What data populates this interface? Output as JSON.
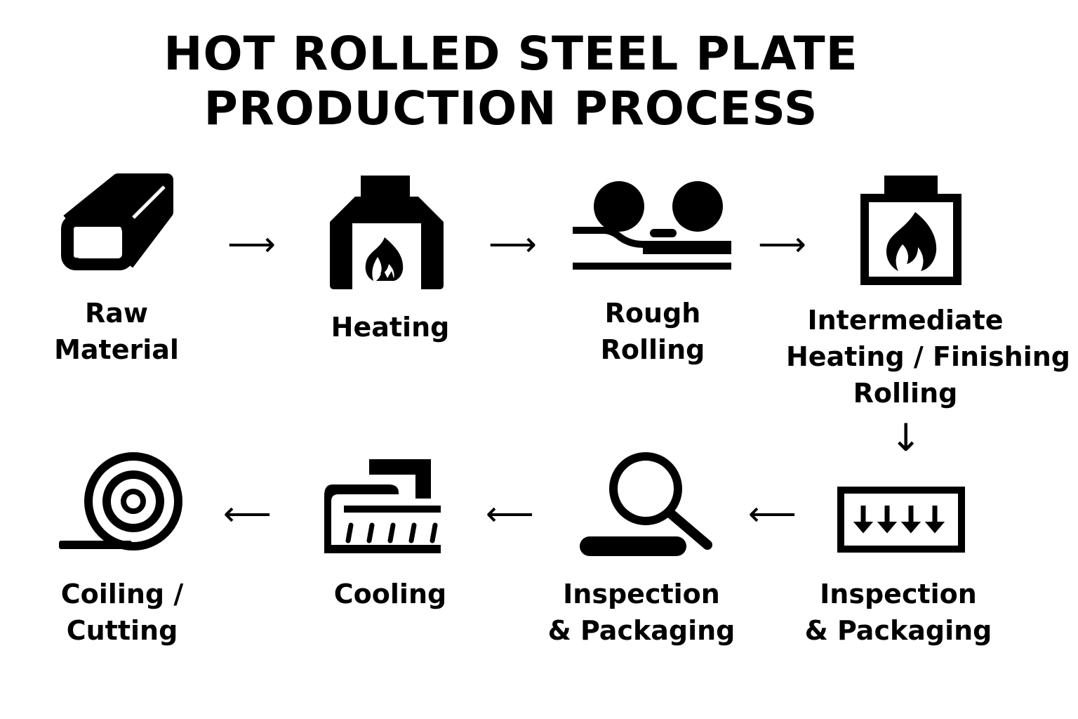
{
  "title": {
    "line1": "HOT ROLLED STEEL PLATE",
    "line2": "PRODUCTION PROCESS"
  },
  "steps": [
    {
      "lines": [
        "Raw",
        "Material"
      ],
      "icon": "steel-bar-icon"
    },
    {
      "lines": [
        "Heating"
      ],
      "icon": "furnace-icon"
    },
    {
      "lines": [
        "Rough",
        "Rolling"
      ],
      "icon": "rolling-mill-icon"
    },
    {
      "lines": [
        "Intermediate",
        "Heating / Finishing",
        "Rolling"
      ],
      "icon": "heating-box-icon"
    },
    {
      "lines": [
        "Inspection",
        "& Packaging"
      ],
      "icon": "pressure-box-icon"
    },
    {
      "lines": [
        "Inspection",
        "& Packaging"
      ],
      "icon": "magnifier-icon"
    },
    {
      "lines": [
        "Cooling"
      ],
      "icon": "cooling-bed-icon"
    },
    {
      "lines": [
        "Coiling /",
        "Cutting"
      ],
      "icon": "coil-icon"
    }
  ],
  "arrows": {
    "right": "⟶",
    "left": "⟵",
    "down": "↓"
  }
}
